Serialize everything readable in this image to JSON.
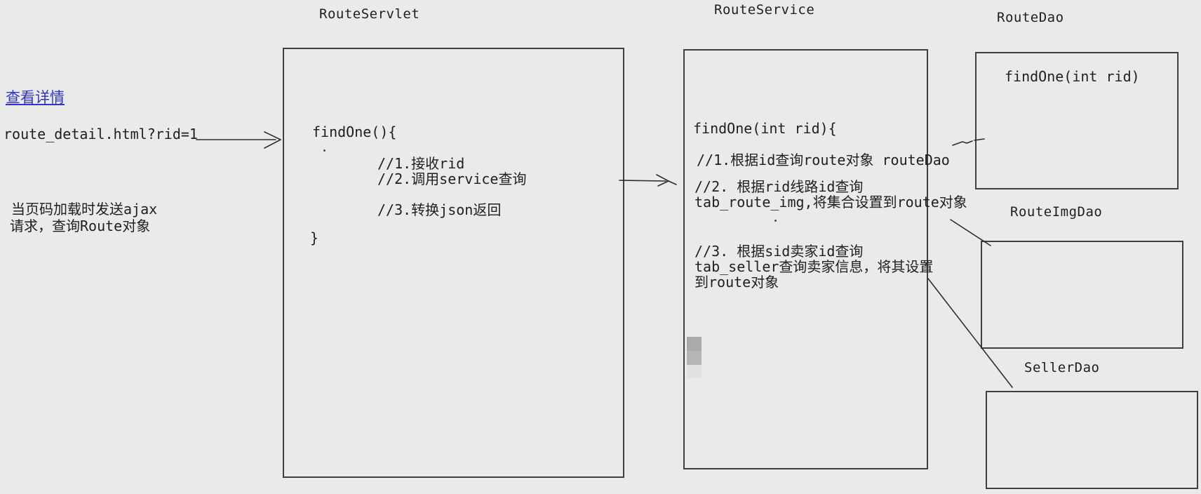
{
  "colors": {
    "background": "#e9ebe8",
    "border": "#3d403e",
    "text": "#1e1f1e",
    "link_blue": "#3434bf",
    "gray_block_dark": "#a9aba9",
    "gray_block_mid": "#b4b6b4",
    "gray_block_light": "#e0e2e0"
  },
  "left_panel": {
    "detail_link": "查看详情",
    "request_url": "route_detail.html?rid=1",
    "note_lines": [
      "当页码加载时发送ajax",
      "请求，查询Route对象"
    ]
  },
  "servlet": {
    "title": "RouteServlet",
    "signature": "findOne(){",
    "comments": [
      "//1.接收rid",
      "//2.调用service查询",
      "//3.转换json返回"
    ],
    "closing_brace": "}"
  },
  "service": {
    "title": "RouteService",
    "signature": "findOne(int rid){",
    "comment1": "//1.根据id查询route对象 routeDao",
    "comment2_lines": [
      "//2. 根据rid线路id查询",
      "tab_route_img,将集合设置到route对象"
    ],
    "comment3_lines": [
      "//3. 根据sid卖家id查询",
      "tab_seller查询卖家信息，将其设置",
      "到route对象"
    ]
  },
  "route_dao": {
    "title": "RouteDao",
    "method_signature": "findOne(int rid)"
  },
  "route_img_dao": {
    "title": "RouteImgDao"
  },
  "seller_dao": {
    "title": "SellerDao"
  }
}
